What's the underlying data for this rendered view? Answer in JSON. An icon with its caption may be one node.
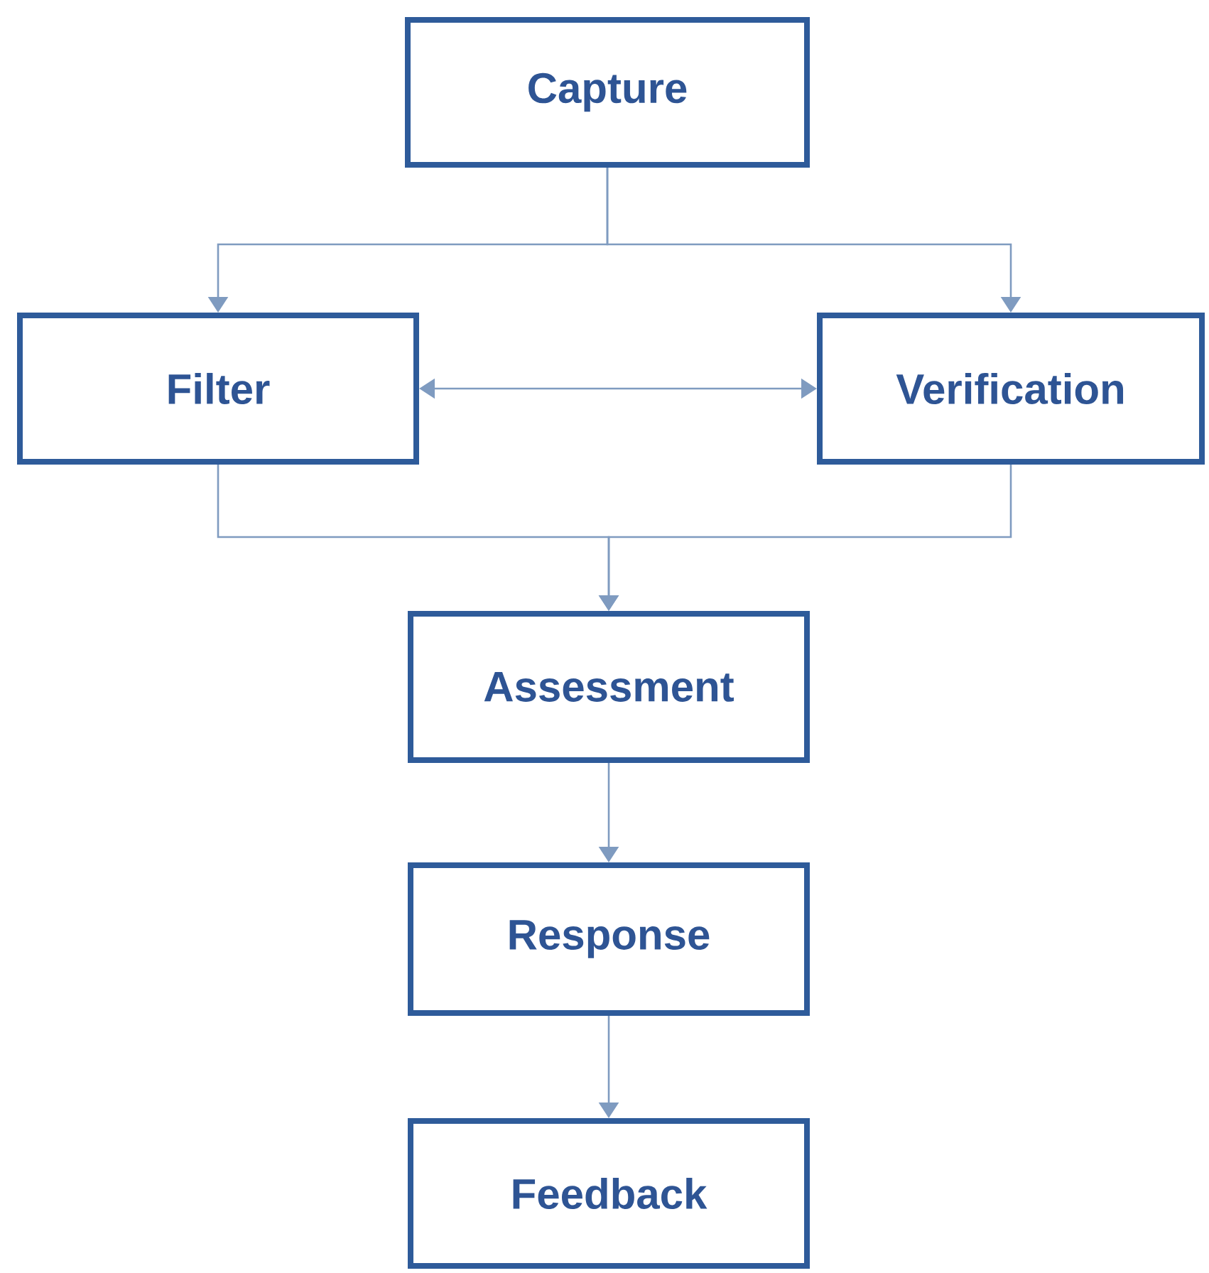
{
  "diagram": {
    "nodes": [
      {
        "text": [
          "Capture"
        ]
      },
      {
        "text": [
          "Filter"
        ]
      },
      {
        "text": [
          "Verification"
        ]
      },
      {
        "text": [
          "Assessment"
        ]
      },
      {
        "text": [
          "Response"
        ]
      },
      {
        "text": [
          "Feedback"
        ]
      }
    ],
    "edges": [
      {
        "from": 0,
        "to": 1,
        "arrow": "to"
      },
      {
        "from": 0,
        "to": 2,
        "arrow": "to"
      },
      {
        "from": 1,
        "to": 2,
        "arrow": "both"
      },
      {
        "from": 1,
        "to": 3,
        "arrow": "to"
      },
      {
        "from": 2,
        "to": 3,
        "arrow": "to"
      },
      {
        "from": 3,
        "to": 4,
        "arrow": "to"
      },
      {
        "from": 4,
        "to": 5,
        "arrow": "to"
      }
    ]
  }
}
